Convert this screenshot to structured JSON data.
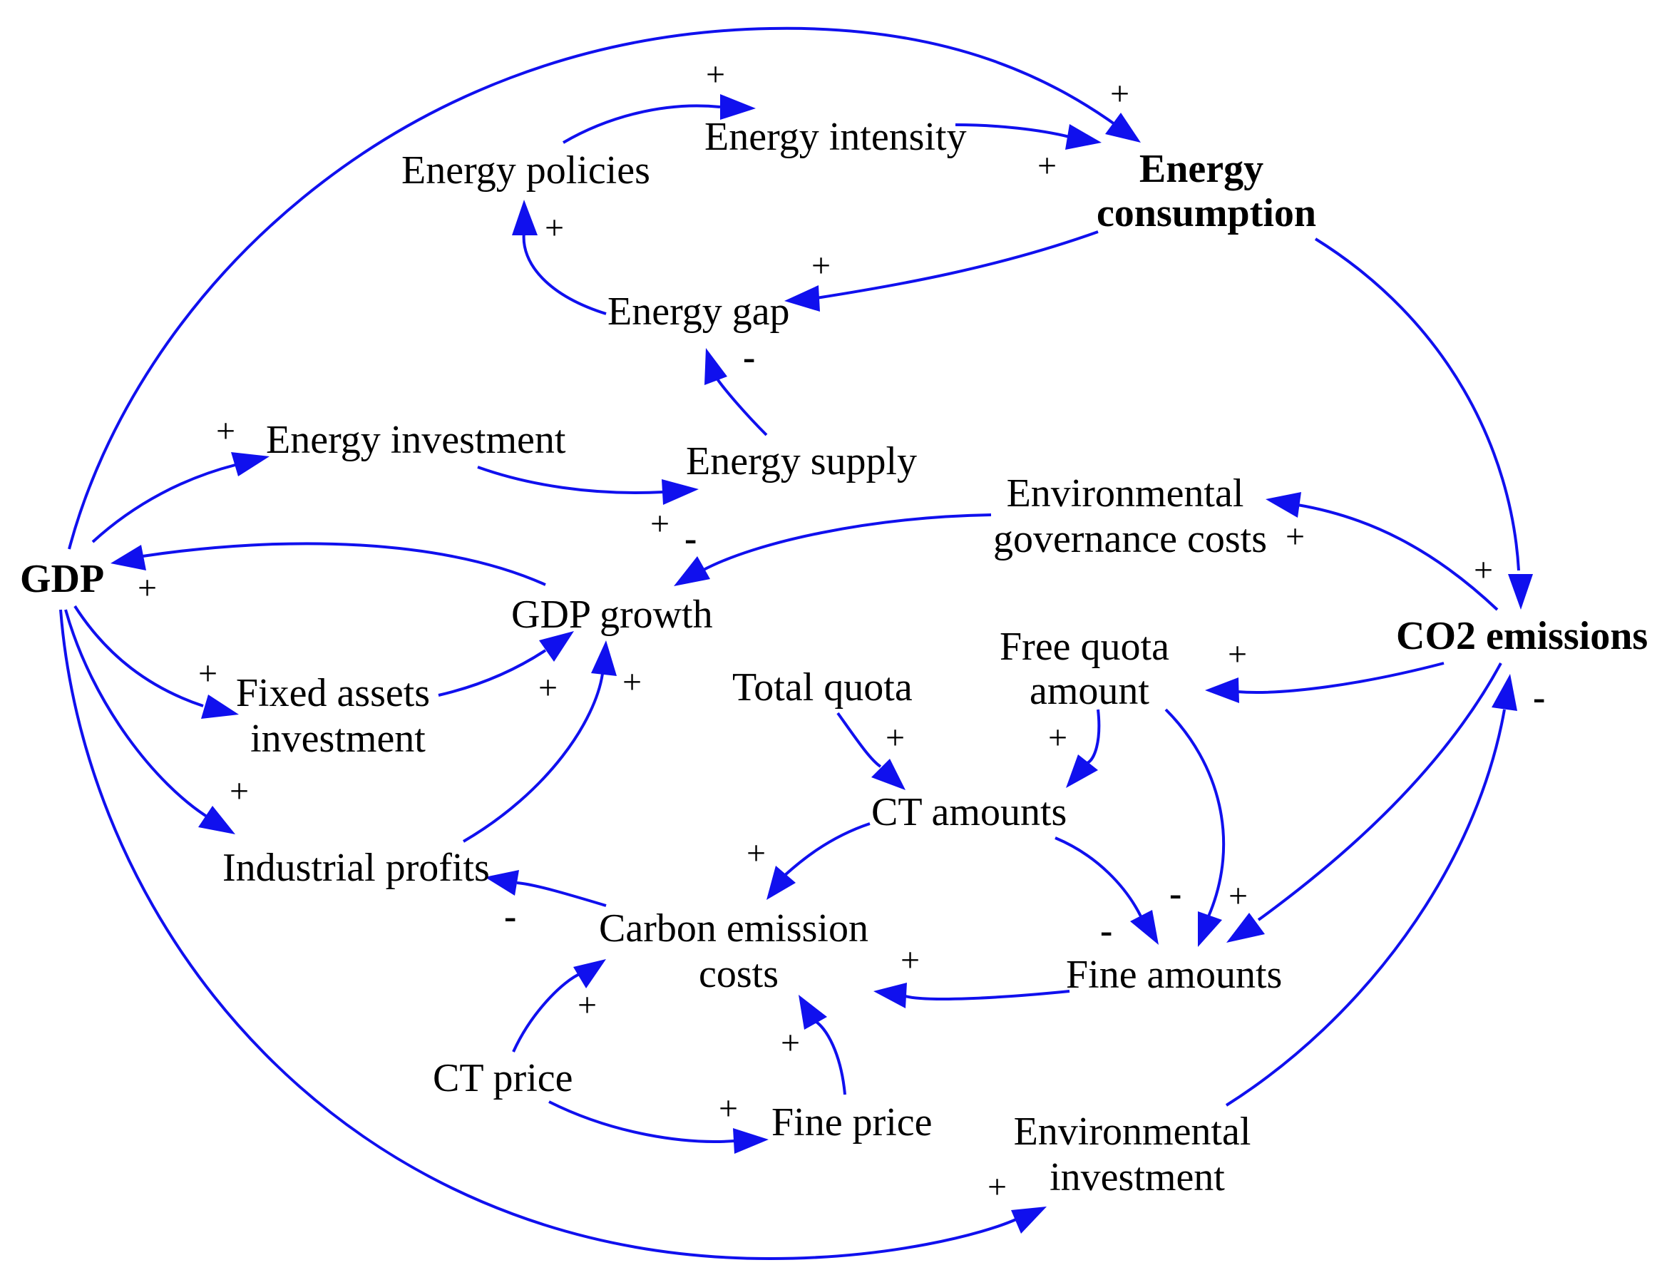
{
  "colors": {
    "arrow": "#1010ee",
    "text": "#000000",
    "background": "#ffffff"
  },
  "nodes": {
    "gdp": "GDP",
    "energy_consumption": [
      "Energy",
      "consumption"
    ],
    "co2_emissions": "CO2 emissions",
    "energy_policies": "Energy policies",
    "energy_intensity": "Energy intensity",
    "energy_gap": "Energy gap",
    "energy_investment": "Energy investment",
    "energy_supply": "Energy supply",
    "environmental_governance_costs": [
      "Environmental",
      "governance costs"
    ],
    "gdp_growth": "GDP growth",
    "fixed_assets_investment": [
      "Fixed assets",
      "investment"
    ],
    "industrial_profits": "Industrial profits",
    "total_quota": "Total quota",
    "free_quota_amount": [
      "Free quota",
      "amount"
    ],
    "ct_amounts": "CT amounts",
    "carbon_emission_costs": [
      "Carbon emission",
      "costs"
    ],
    "fine_amounts": "Fine amounts",
    "ct_price": "CT price",
    "fine_price": "Fine price",
    "environmental_investment": [
      "Environmental",
      "investment"
    ]
  },
  "polarity": {
    "positive": "+",
    "negative": "-"
  }
}
